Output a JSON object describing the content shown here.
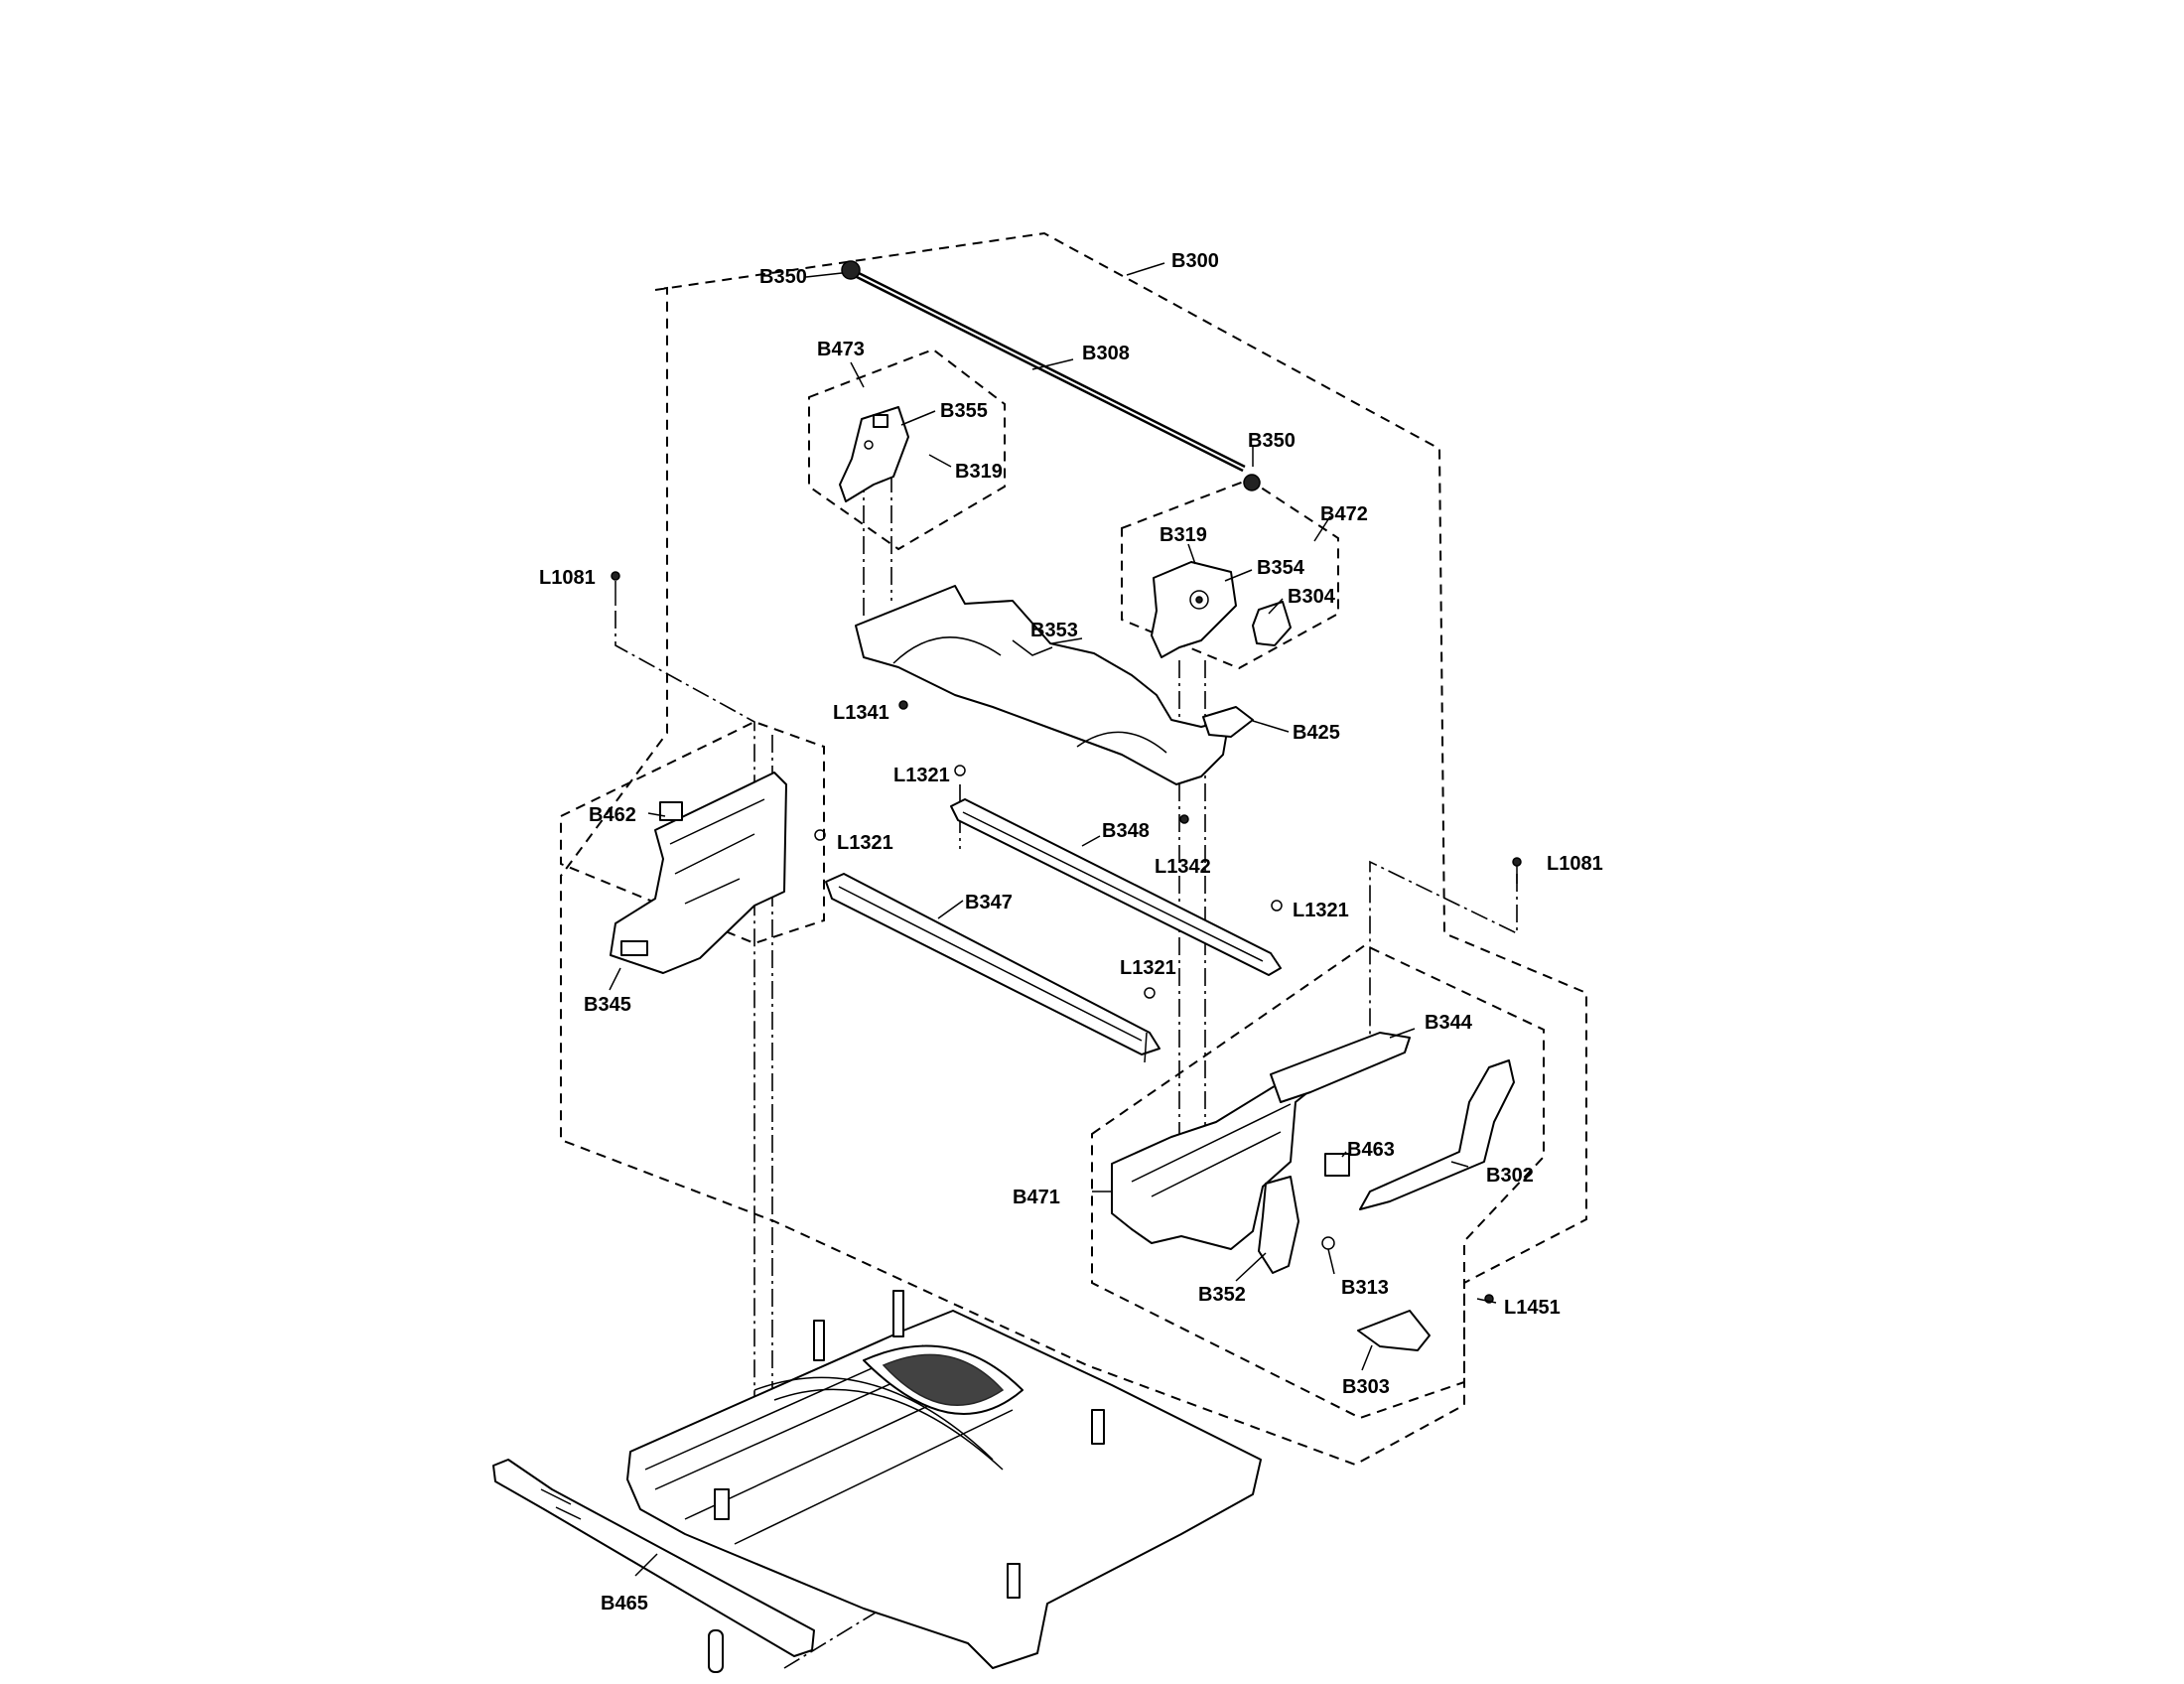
{
  "labels": {
    "B350_top": "B350",
    "B300": "B300",
    "B308": "B308",
    "B473": "B473",
    "B355": "B355",
    "B319_left": "B319",
    "B350_right": "B350",
    "B472": "B472",
    "B319_right": "B319",
    "B354": "B354",
    "B304": "B304",
    "L1081_left": "L1081",
    "B353": "B353",
    "L1341": "L1341",
    "B425": "B425",
    "L1321_top": "L1321",
    "B462": "B462",
    "B348": "B348",
    "L1321_left": "L1321",
    "L1342": "L1342",
    "L1081_right": "L1081",
    "B347": "B347",
    "L1321_right": "L1321",
    "L1321_mid": "L1321",
    "B345": "B345",
    "B344": "B344",
    "B463": "B463",
    "B302": "B302",
    "B471": "B471",
    "B352": "B352",
    "B313": "B313",
    "L1451": "L1451",
    "B303": "B303",
    "B465": "B465"
  }
}
